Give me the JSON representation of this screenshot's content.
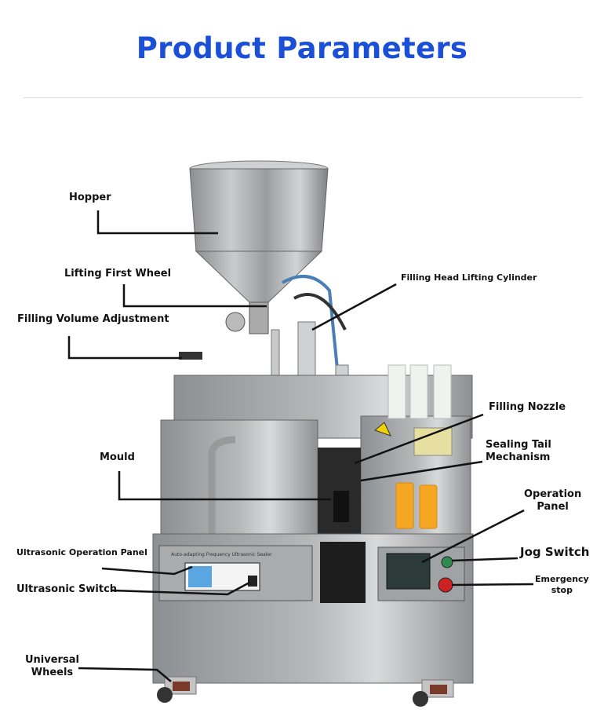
{
  "header": {
    "title": "Product Parameters",
    "title_color": "#1b4fd8"
  },
  "labels": {
    "hopper": "Hopper",
    "lifting_first_wheel": "Lifting First Wheel",
    "filling_volume_adjustment": "Filling Volume Adjustment",
    "filling_head_lifting_cylinder": "Filling Head Lifting Cylinder",
    "filling_nozzle": "Filling Nozzle",
    "sealing_tail_line1": "Sealing Tail",
    "sealing_tail_line2": "Mechanism",
    "mould": "Mould",
    "operation_panel_line1": "Operation",
    "operation_panel_line2": "Panel",
    "jog_switch": "Jog Switch",
    "emergency_line1": "Emergency",
    "emergency_line2": "stop",
    "ultrasonic_operation_panel": "Ultrasonic Operation Panel",
    "ultrasonic_switch": "Ultrasonic Switch",
    "universal_line1": "Universal",
    "universal_line2": "Wheels"
  },
  "machine": {
    "sealer_plate": "Auto-adapting Frequency Ultrasonic Sealer"
  }
}
